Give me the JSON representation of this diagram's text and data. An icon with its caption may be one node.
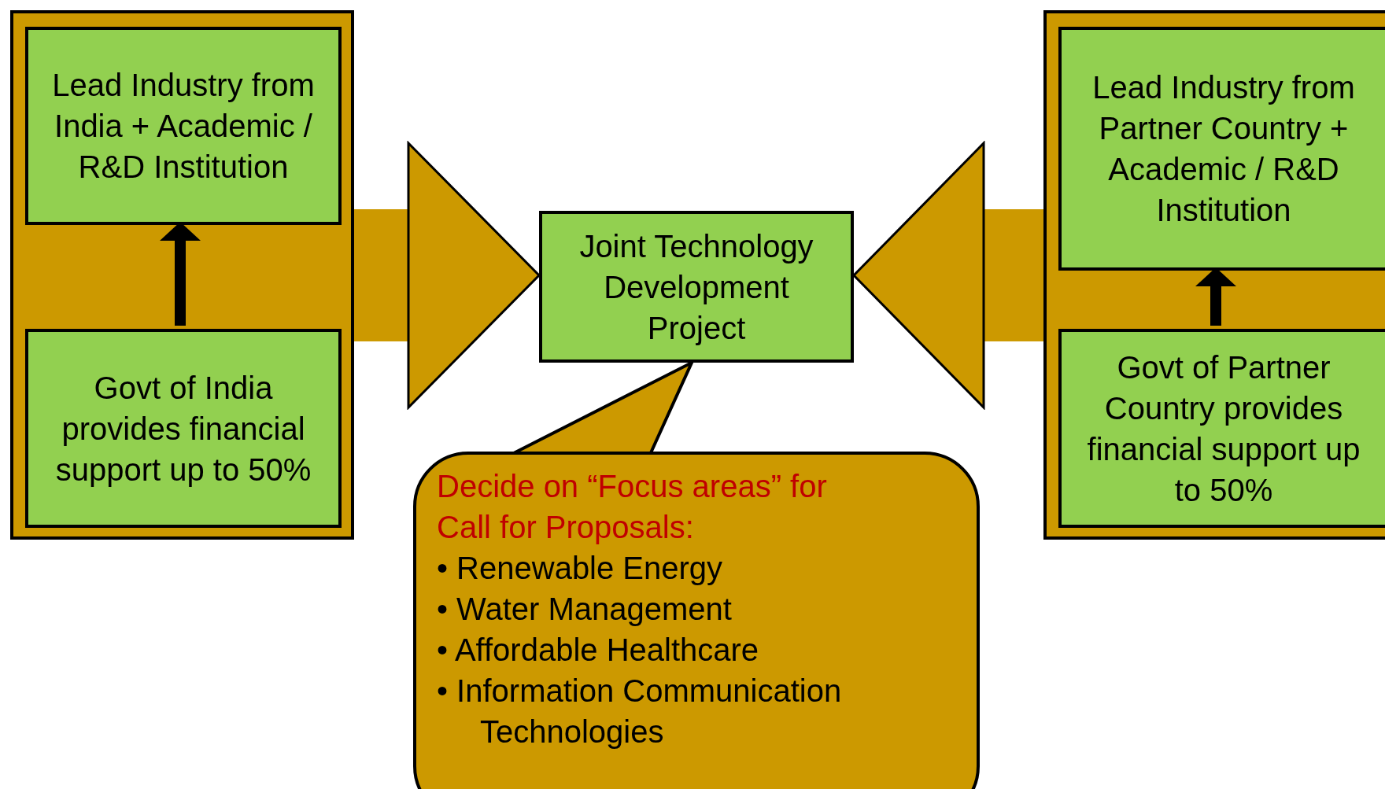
{
  "diagram": {
    "nodes": [
      {
        "text": [],
        "shape": "box"
      },
      {
        "text": [
          "Lead Industry from India + Academic / R&D Institution"
        ],
        "in": 0
      },
      {
        "text": [
          "Govt of India provides financial support up to 50%"
        ],
        "in": 0
      },
      {
        "text": [
          "Joint Technology Development Project"
        ]
      },
      {
        "text": [],
        "shape": "box"
      },
      {
        "text": [
          "Lead Industry from Partner Country + Academic / R&D Institution"
        ],
        "in": 4
      },
      {
        "text": [
          "Govt of Partner Country provides financial support up to 50%"
        ],
        "in": 4
      },
      {
        "text": [
          "Decide on “Focus areas” for Call for Proposals:",
          "• Renewable Energy",
          "• Water Management",
          "• Affordable Healthcare",
          "• Information Communication Technologies"
        ]
      }
    ],
    "edges": [
      {
        "from": 2,
        "to": 1,
        "arrow": "to",
        "color": "#000000"
      },
      {
        "from": 0,
        "to": 3,
        "arrow": "to",
        "style": "thick",
        "color": "#cc9900"
      },
      {
        "from": 6,
        "to": 5,
        "arrow": "to",
        "color": "#000000"
      },
      {
        "from": 4,
        "to": 3,
        "arrow": "to",
        "style": "thick",
        "color": "#cc9900"
      },
      {
        "from": 7,
        "to": 3,
        "arrow": "none",
        "color": "#cc9900"
      }
    ]
  }
}
